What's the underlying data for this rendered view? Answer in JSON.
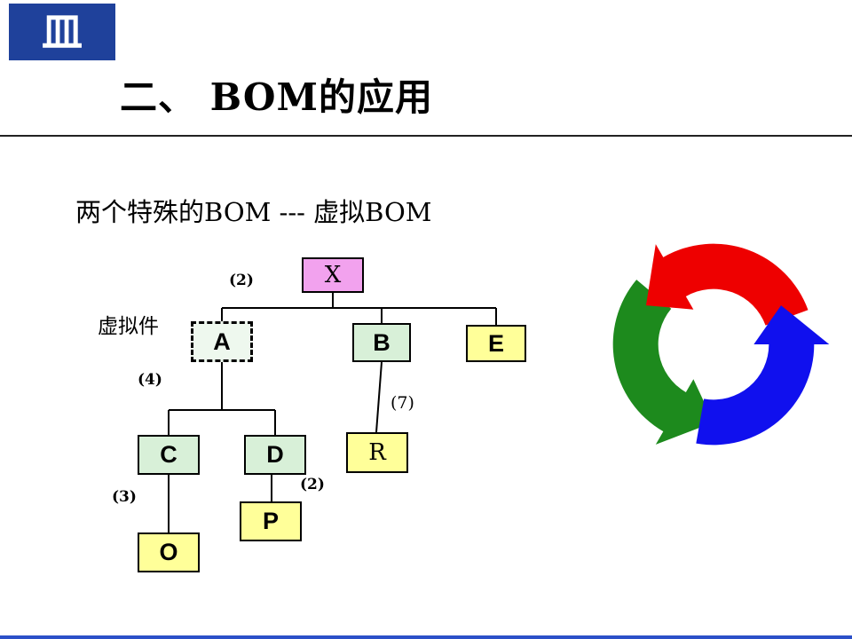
{
  "slide": {
    "logo_glyph": "皿",
    "title": "二、 BOM的应用",
    "subtitle": "两个特殊的BOM --- 虚拟BOM"
  },
  "diagram": {
    "annotation": "虚拟件",
    "nodes": {
      "x": "X",
      "a": "A",
      "b": "B",
      "e": "E",
      "c": "C",
      "d": "D",
      "r": "R",
      "o": "O",
      "p": "P"
    },
    "edge_labels": {
      "x_a": "(2)",
      "a_children": "(4)",
      "b_r": "(7)",
      "c_o": "(3)",
      "d_p": "(2)"
    },
    "node_colors": {
      "root": "#f2a2ee",
      "virtual_item": "#eef8ee",
      "assembly": "#d8f0d8",
      "purchased": "#ffff99"
    }
  },
  "cycle_graphic": {
    "red": "#ee0000",
    "green": "#1d8a1d",
    "blue": "#1010ee"
  },
  "theme": {
    "logo_blue": "#1f419b",
    "bottom_line_blue": "#2b50c8",
    "divider": "#222222"
  }
}
